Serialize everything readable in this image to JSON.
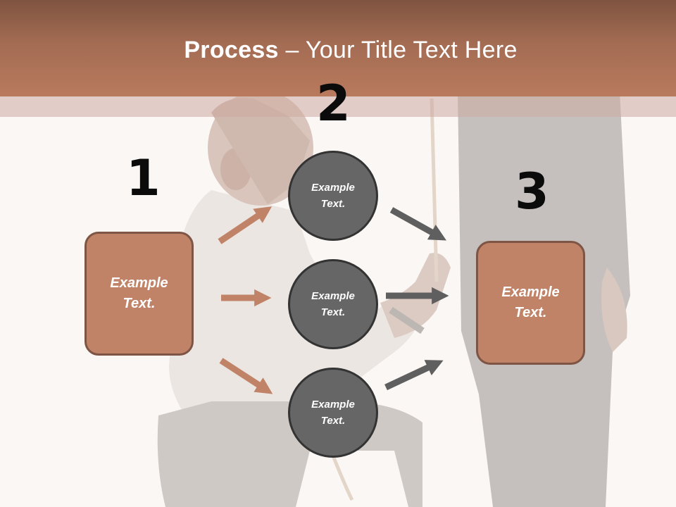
{
  "title": {
    "bold": "Process",
    "rest": " – Your Title Text Here"
  },
  "steps": [
    {
      "number": "1",
      "text": "Example Text."
    },
    {
      "number": "2",
      "text": "Example Text."
    },
    {
      "number": "3",
      "text": "Example Text."
    }
  ],
  "circles": [
    {
      "text": "Example Text."
    },
    {
      "text": "Example Text."
    },
    {
      "text": "Example Text."
    }
  ],
  "colors": {
    "header": "#b97a5e",
    "box_fill": "#c08367",
    "box_border": "#7e5544",
    "circle_fill": "#666666",
    "left_arrows": "#c08367",
    "right_arrows": "#5f5f5f"
  }
}
